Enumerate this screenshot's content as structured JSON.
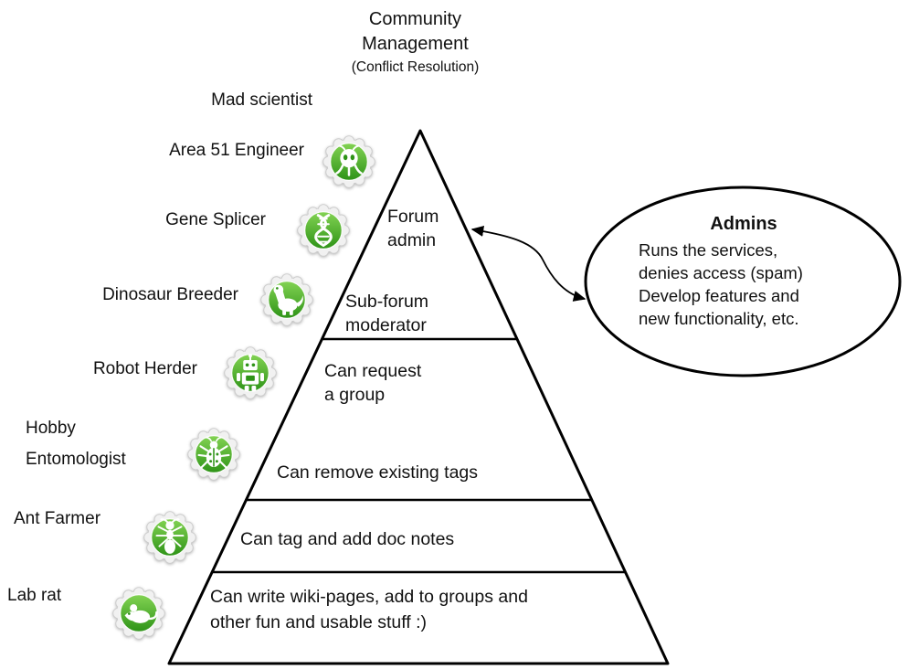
{
  "title": {
    "main": "Community\nManagement",
    "subtitle": "(Conflict Resolution)"
  },
  "levels": [
    {
      "label": "Mad scientist",
      "icon": null
    },
    {
      "label": "Area 51 Engineer",
      "icon": "alien-icon"
    },
    {
      "label": "Gene Splicer",
      "icon": "dna-icon"
    },
    {
      "label": "Dinosaur Breeder",
      "icon": "dinosaur-icon"
    },
    {
      "label": "Robot Herder",
      "icon": "robot-icon"
    },
    {
      "label": "Hobby\nEntomologist",
      "icon": "beetle-icon"
    },
    {
      "label": "Ant Farmer",
      "icon": "ant-icon"
    },
    {
      "label": "Lab rat",
      "icon": "rat-icon"
    }
  ],
  "pyramid": {
    "tiers": [
      "Forum\nadmin",
      "Sub-forum\nmoderator",
      "Can request\na group",
      "Can remove existing tags",
      "Can tag and add doc notes",
      "Can write wiki-pages, add to groups and\nother fun and usable stuff :)"
    ]
  },
  "admins": {
    "title": "Admins",
    "body": "Runs the services,\ndenies access (spam)\nDevelop features and\nnew functionality, etc."
  },
  "colors": {
    "badge_green_dark": "#2e9317",
    "badge_green_light": "#83d353",
    "badge_ring_gray": "#f1f1f1",
    "outline_black": "#000000"
  }
}
